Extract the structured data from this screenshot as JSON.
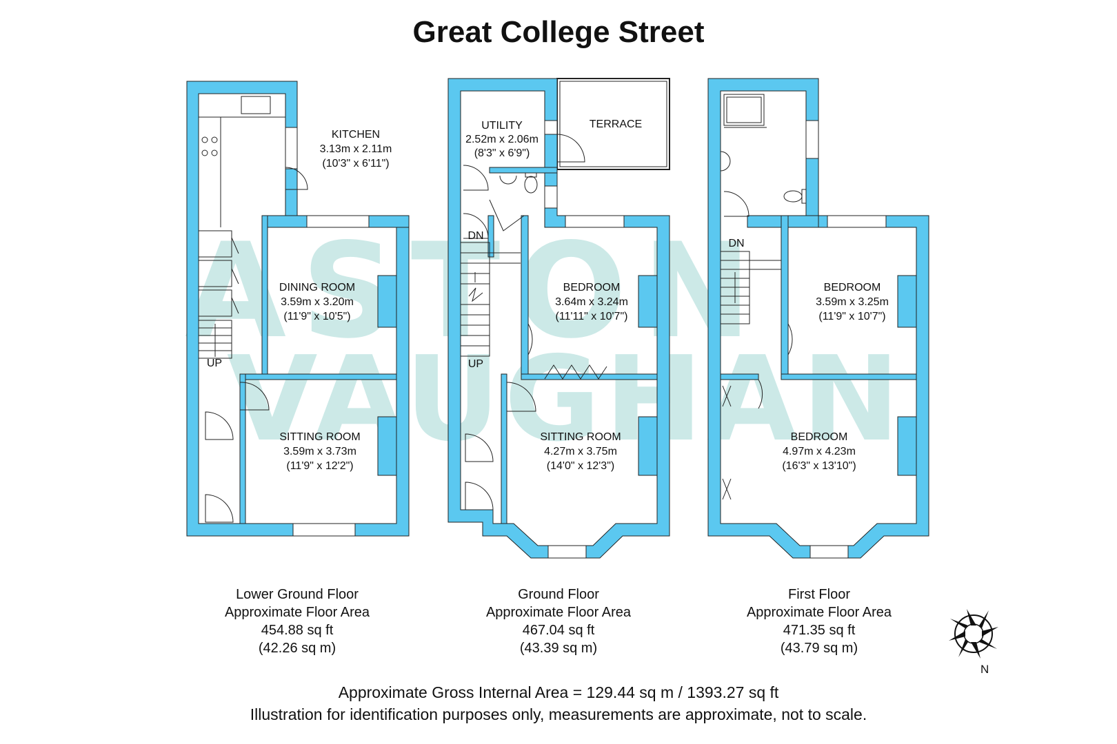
{
  "title": "Great College Street",
  "watermark": {
    "line1": "ASTON",
    "line2": "VAUGHAN",
    "color": "#8fd0cc"
  },
  "colors": {
    "wall": "#5bc8f0",
    "line": "#222222"
  },
  "floors": [
    {
      "name": "Lower Ground Floor",
      "area_label": "Approximate Floor Area",
      "sq_ft": "454.88 sq ft",
      "sq_m": "(42.26 sq m)",
      "rooms": [
        {
          "name": "KITCHEN",
          "metric": "3.13m x 2.11m",
          "imperial": "(10'3\" x 6'11\")"
        },
        {
          "name": "DINING ROOM",
          "metric": "3.59m x 3.20m",
          "imperial": "(11'9\" x 10'5\")"
        },
        {
          "name": "SITTING ROOM",
          "metric": "3.59m x 3.73m",
          "imperial": "(11'9\" x 12'2\")"
        }
      ],
      "stair_label": "UP"
    },
    {
      "name": "Ground Floor",
      "area_label": "Approximate Floor Area",
      "sq_ft": "467.04 sq ft",
      "sq_m": "(43.39 sq m)",
      "rooms": [
        {
          "name": "UTILITY",
          "metric": "2.52m x 2.06m",
          "imperial": "(8'3\" x 6'9\")"
        },
        {
          "name": "TERRACE"
        },
        {
          "name": "BEDROOM",
          "metric": "3.64m x 3.24m",
          "imperial": "(11'11\" x 10'7\")"
        },
        {
          "name": "SITTING ROOM",
          "metric": "4.27m x 3.75m",
          "imperial": "(14'0\" x 12'3\")"
        }
      ],
      "stair_labels": [
        "DN",
        "UP"
      ]
    },
    {
      "name": "First Floor",
      "area_label": "Approximate Floor Area",
      "sq_ft": "471.35 sq ft",
      "sq_m": "(43.79 sq m)",
      "rooms": [
        {
          "name": "BEDROOM",
          "metric": "3.59m x 3.25m",
          "imperial": "(11'9\" x 10'7\")"
        },
        {
          "name": "BEDROOM",
          "metric": "4.97m x 4.23m",
          "imperial": "(16'3\" x 13'10\")"
        }
      ],
      "stair_label": "DN"
    }
  ],
  "gross_area": "Approximate Gross Internal Area = 129.44 sq m / 1393.27 sq ft",
  "disclaimer": "Illustration for identification purposes only, measurements are approximate, not to scale.",
  "compass_label": "N"
}
